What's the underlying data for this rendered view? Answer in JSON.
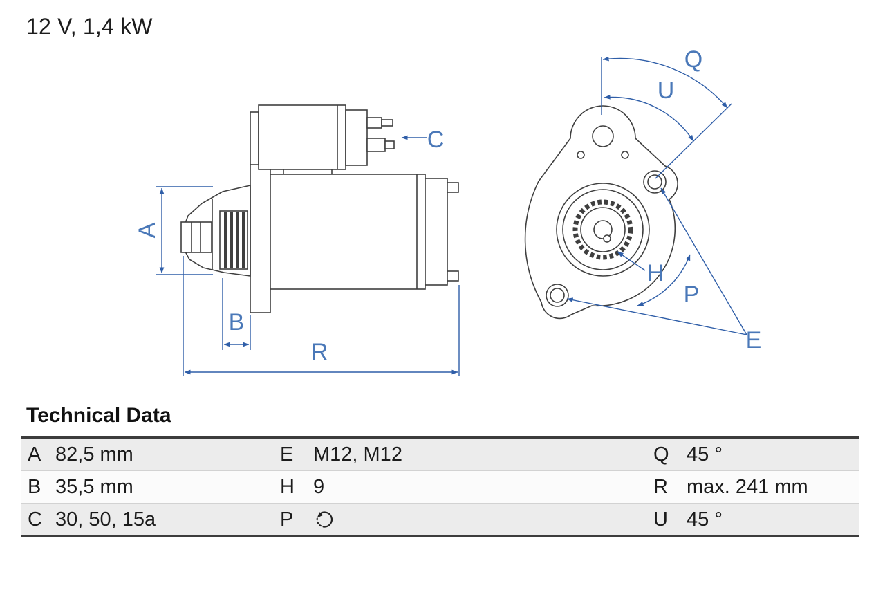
{
  "title": "12 V, 1,4 kW",
  "drawing": {
    "colors": {
      "outline": "#3f3f3f",
      "dimension": "#2f5ea8",
      "label": "#4a78b8"
    },
    "dim_labels": {
      "A": "A",
      "B": "B",
      "C": "C",
      "R": "R",
      "Q": "Q",
      "U": "U",
      "H": "H",
      "P": "P",
      "E": "E"
    }
  },
  "technical_data": {
    "heading": "Technical Data",
    "rows": [
      {
        "cells": [
          {
            "key": "A",
            "value": "82,5 mm"
          },
          {
            "key": "E",
            "value": "M12, M12"
          },
          {
            "key": "Q",
            "value": "45 °"
          }
        ]
      },
      {
        "cells": [
          {
            "key": "B",
            "value": "35,5 mm"
          },
          {
            "key": "H",
            "value": "9"
          },
          {
            "key": "R",
            "value": "max. 241 mm"
          }
        ]
      },
      {
        "cells": [
          {
            "key": "C",
            "value": "30, 50, 15a"
          },
          {
            "key": "P",
            "value": "",
            "icon": "rotation-ccw"
          },
          {
            "key": "U",
            "value": "45 °"
          }
        ]
      }
    ]
  }
}
